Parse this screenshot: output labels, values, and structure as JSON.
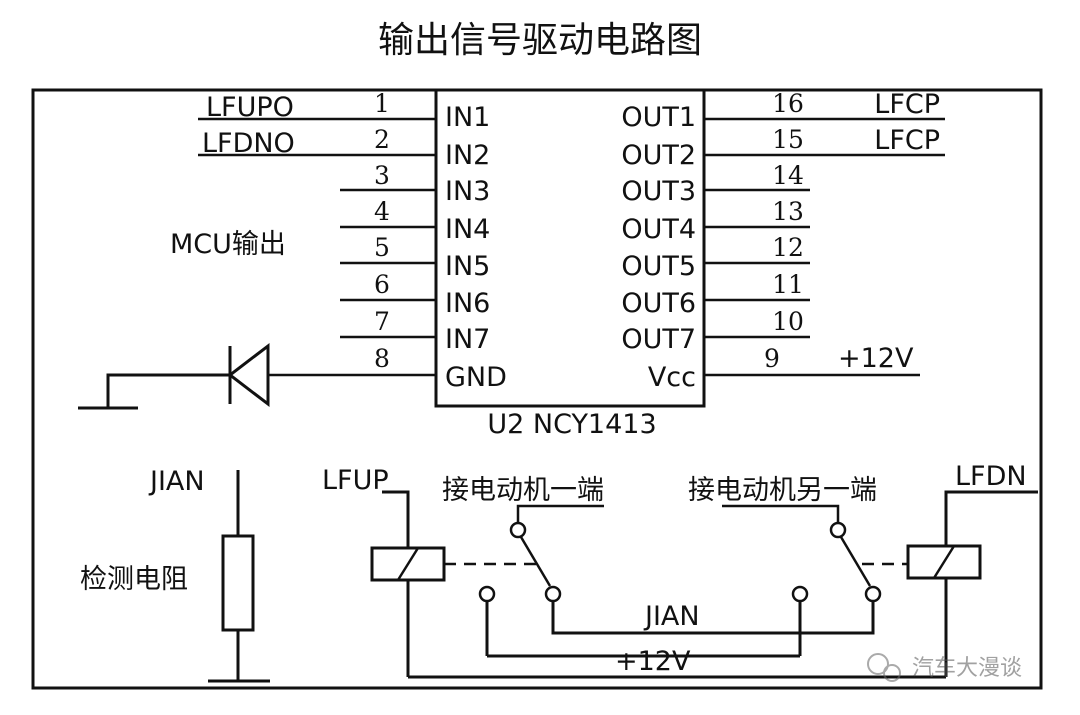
{
  "title": "输出信号驱动电路图",
  "chip": {
    "name": "U2 NCY1413",
    "inputs": [
      "IN1",
      "IN2",
      "IN3",
      "IN4",
      "IN5",
      "IN6",
      "IN7"
    ],
    "gnd": "GND",
    "outputs": [
      "OUT1",
      "OUT2",
      "OUT3",
      "OUT4",
      "OUT5",
      "OUT6",
      "OUT7"
    ],
    "vcc": "Vcc",
    "left_pins": [
      "1",
      "2",
      "3",
      "4",
      "5",
      "6",
      "7",
      "8"
    ],
    "right_pins": [
      "16",
      "15",
      "14",
      "13",
      "12",
      "11",
      "10",
      "9"
    ]
  },
  "labels": {
    "lfupo": "LFUPO",
    "lfdno": "LFDNO",
    "mcu_output": "MCU输出",
    "lfcp_1": "LFCP",
    "lfcp_2": "LFCP",
    "plus12v_top": "+12V",
    "jian_left": "JIAN",
    "detect_resistor": "检测电阻",
    "lfup": "LFUP",
    "lfdn": "LFDN",
    "motor_end_1": "接电动机一端",
    "motor_end_2": "接电动机另一端",
    "jian_bottom": "JIAN",
    "plus12v_bottom": "+12V"
  },
  "watermark": "汽车大漫谈"
}
